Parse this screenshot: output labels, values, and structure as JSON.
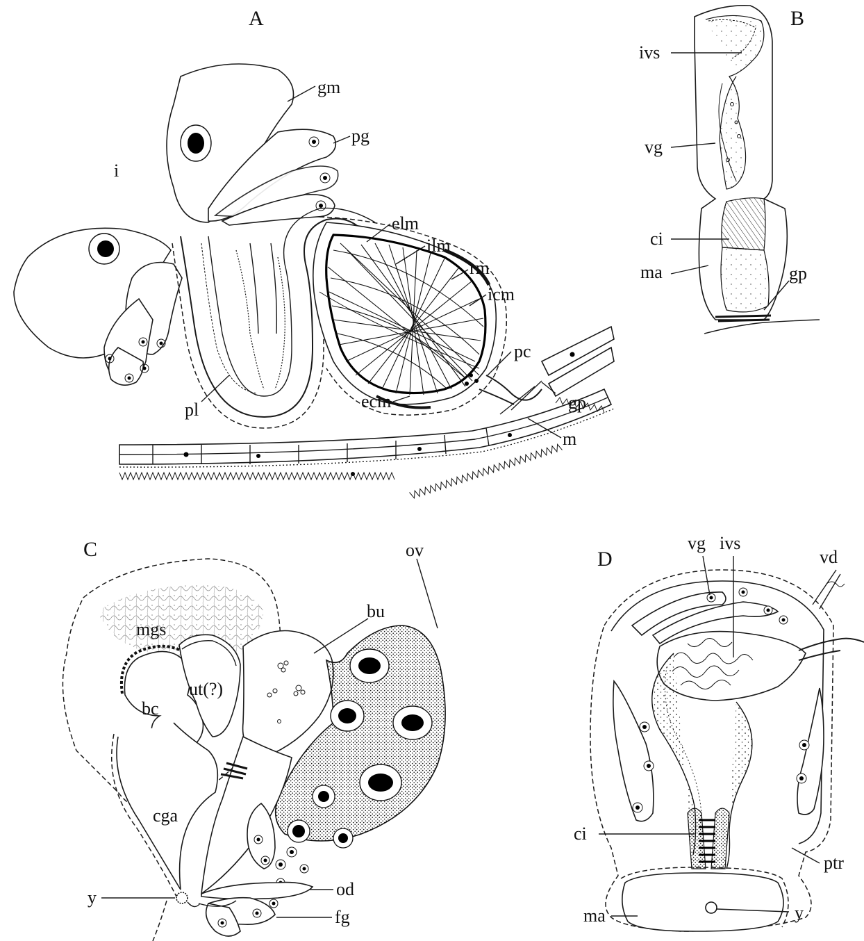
{
  "panels": {
    "A": {
      "letter": "A",
      "labels": {
        "gm": "gm",
        "pg": "pg",
        "i": "i",
        "elm": "elm",
        "ilm": "ilm",
        "rm": "rm",
        "icm": "icm",
        "pc": "pc",
        "gp": "gp",
        "ecm": "ecm",
        "m": "m",
        "pl": "pl"
      }
    },
    "B": {
      "letter": "B",
      "labels": {
        "ivs": "ivs",
        "vg": "vg",
        "ci": "ci",
        "ma": "ma",
        "gp": "gp"
      }
    },
    "C": {
      "letter": "C",
      "labels": {
        "mgs": "mgs",
        "bu": "bu",
        "ov": "ov",
        "ut": "ut(?)",
        "bc": "bc",
        "cga": "cga",
        "y": "y",
        "od": "od",
        "fg": "fg"
      }
    },
    "D": {
      "letter": "D",
      "labels": {
        "vg": "vg",
        "ivs": "ivs",
        "vd": "vd",
        "ci": "ci",
        "ptr": "ptr",
        "ma": "ma",
        "y": "y"
      }
    }
  }
}
